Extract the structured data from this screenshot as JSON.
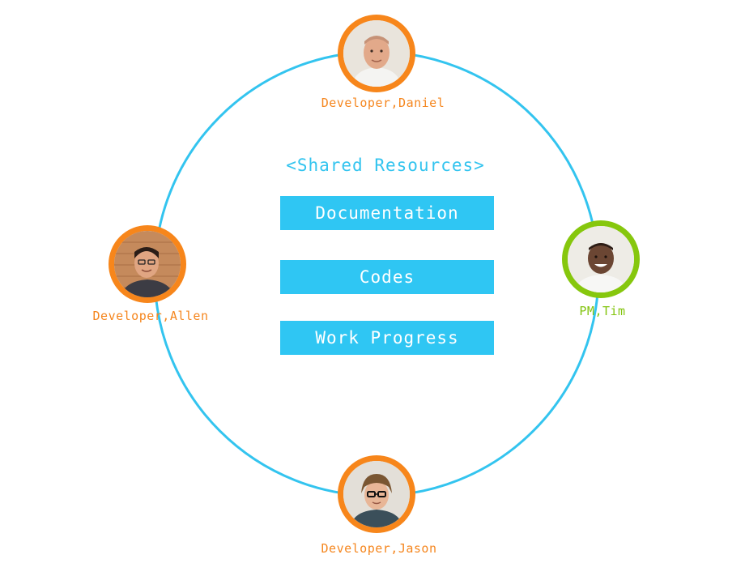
{
  "diagram": {
    "title": "<Shared Resources>",
    "resources": [
      {
        "label": "Documentation"
      },
      {
        "label": "Codes"
      },
      {
        "label": "Work Progress"
      }
    ],
    "members": [
      {
        "label": "Developer,Daniel",
        "ring_color": "#f7861b",
        "label_color": "#f5861e"
      },
      {
        "label": "Developer,Allen",
        "ring_color": "#f7861b",
        "label_color": "#f5861e"
      },
      {
        "label": "PM,Tim",
        "ring_color": "#86c70d",
        "label_color": "#83c40f"
      },
      {
        "label": "Developer,Jason",
        "ring_color": "#f7861b",
        "label_color": "#f5861e"
      }
    ],
    "colors": {
      "circle": "#33c4ef",
      "resource_box": "#2fc6f3",
      "resource_text": "#ffffff"
    },
    "icons": {
      "member_photo": "person-avatar-icon"
    }
  }
}
